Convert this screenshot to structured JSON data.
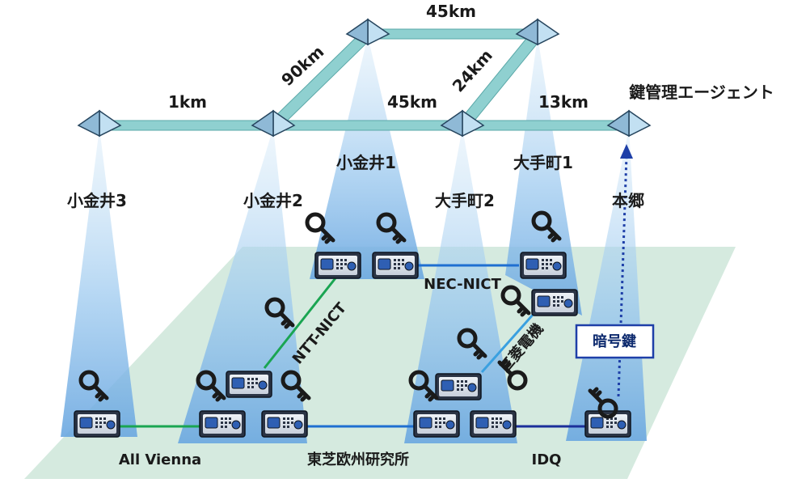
{
  "distances": {
    "d_top": "45km",
    "d_diag_left": "90km",
    "d_left": "1km",
    "d_mid": "45km",
    "d_diag_right": "24km",
    "d_right": "13km"
  },
  "nodes": {
    "koganei3": "小金井3",
    "koganei2": "小金井2",
    "koganei1": "小金井1",
    "otemachi2": "大手町2",
    "otemachi1": "大手町1",
    "hongo": "本郷"
  },
  "agent_label": "鍵管理エージェント",
  "links": {
    "nec_nict": "NEC-NICT",
    "ntt_nict": "NTT-NICT",
    "mitsubishi": "三菱電機",
    "all_vienna": "All Vienna",
    "toshiba": "東芝欧州研究所",
    "idq": "IDQ"
  },
  "key_tag": "暗号鍵",
  "colors": {
    "floor": "#d5eadf",
    "backbone": "#8fd0d0",
    "beam": "#7fb6e6",
    "link_green": "#1aa552",
    "link_blue": "#1f6fd1",
    "link_navy": "#1b2f9a",
    "arrow": "#1e3fa8"
  }
}
